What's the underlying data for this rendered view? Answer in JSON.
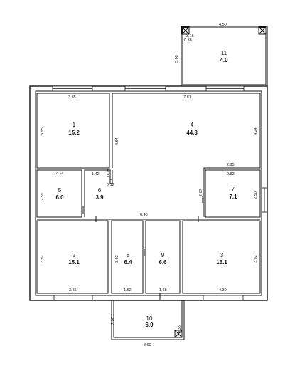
{
  "rooms": [
    {
      "num": "1",
      "area": "15.2"
    },
    {
      "num": "2",
      "area": "15.1"
    },
    {
      "num": "3",
      "area": "16.1"
    },
    {
      "num": "4",
      "area": "44.3"
    },
    {
      "num": "5",
      "area": "6.0"
    },
    {
      "num": "6",
      "area": "3.9"
    },
    {
      "num": "7",
      "area": "7.1"
    },
    {
      "num": "8",
      "area": "6.4"
    },
    {
      "num": "9",
      "area": "6.6"
    },
    {
      "num": "10",
      "area": "6.9"
    },
    {
      "num": "11",
      "area": "4.0"
    }
  ],
  "dims": {
    "d450": "4.50",
    "d316": "3.16",
    "d310": "0.38",
    "d300": "3.00",
    "d385a": "3.85",
    "d781": "7.81",
    "d395": "3.95",
    "d464": "4.64",
    "d424": "4.24",
    "d232": "2.32",
    "d142": "1.42",
    "d039": "0.39",
    "d012": "0.12",
    "d295": "2.95",
    "d283": "2.83",
    "d259": "2.59",
    "d267": "2.67",
    "d250": "2.50",
    "d640": "6.40",
    "d392a": "3.92",
    "d392b": "3.92",
    "d392c": "3.92",
    "d385b": "3.85",
    "d162": "1.62",
    "d168": "1.68",
    "d430": "4.30",
    "d200": "2.00",
    "d038": "0.38",
    "d360": "3.60"
  }
}
